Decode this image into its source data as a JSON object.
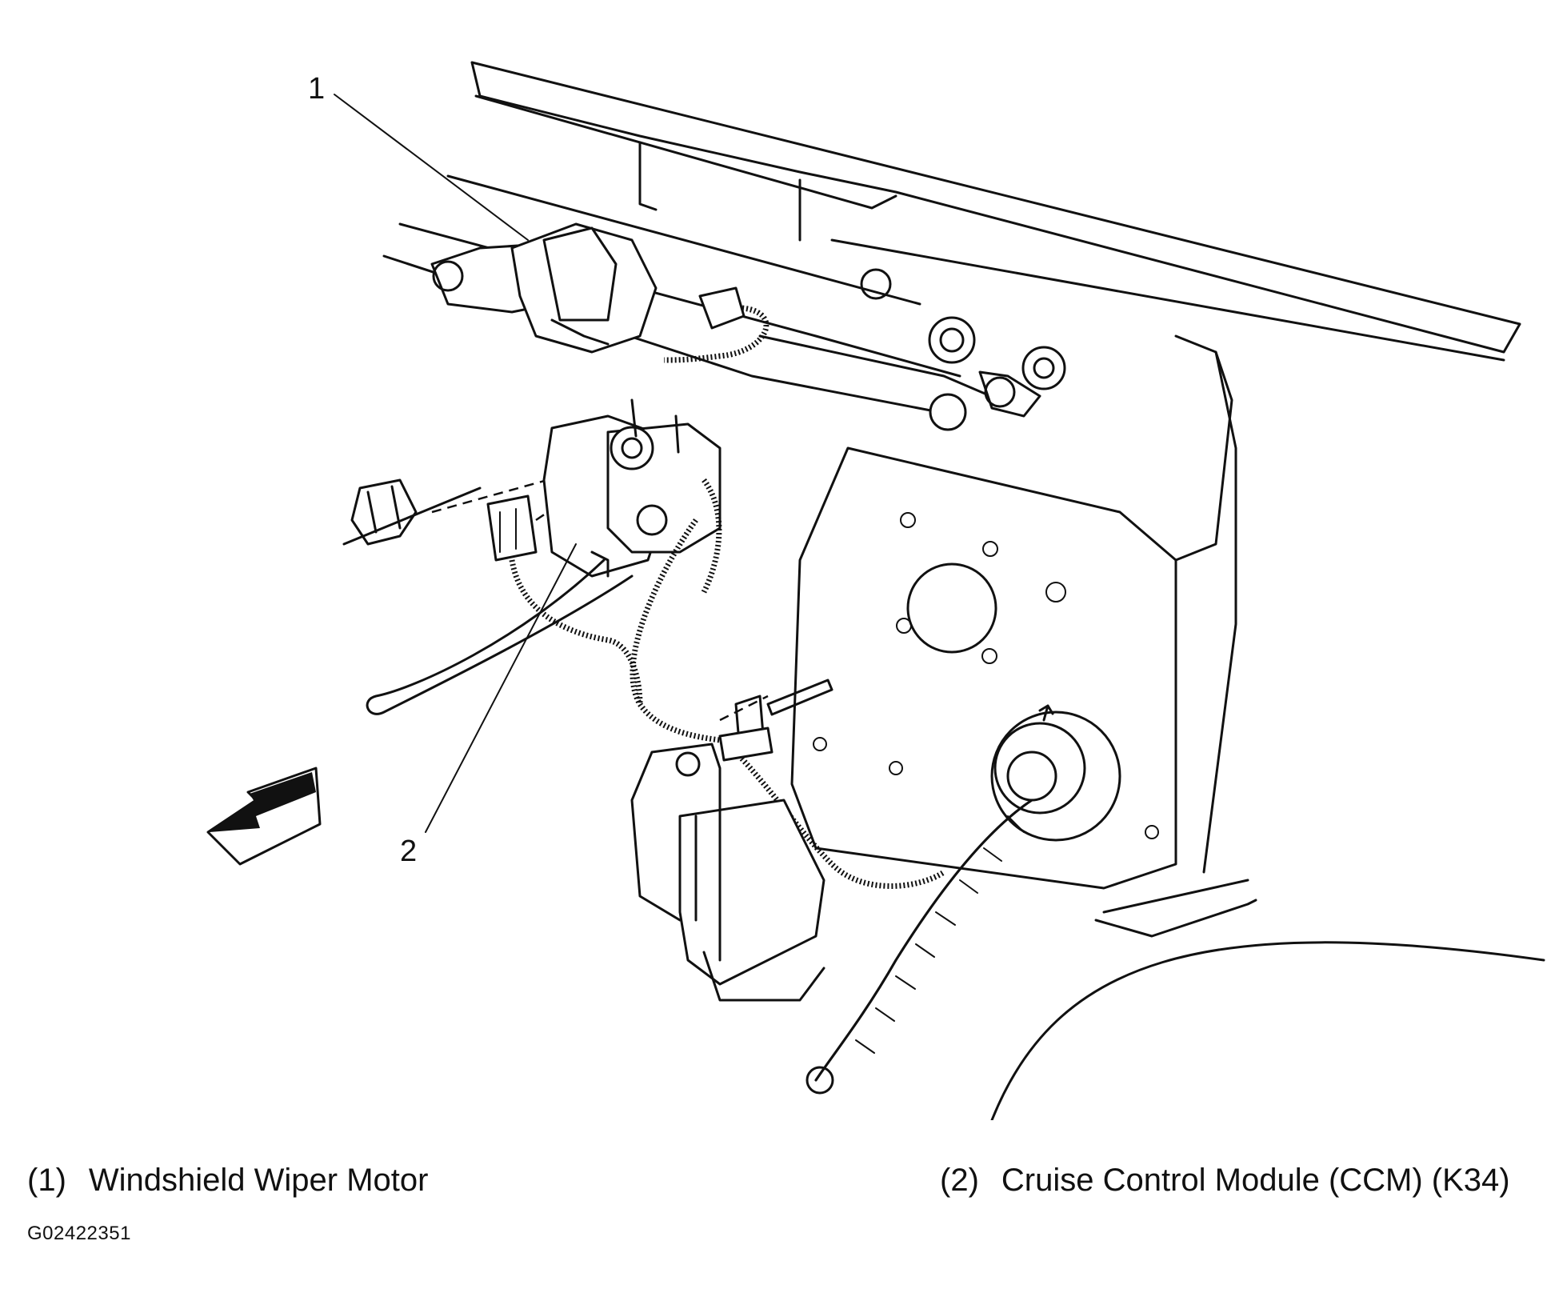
{
  "callouts": [
    {
      "number": "1",
      "label": "Windshield Wiper Motor"
    },
    {
      "number": "2",
      "label": "Cruise Control Module (CCM) (K34)"
    }
  ],
  "legend": {
    "item1_num": "(1)",
    "item1_label": "Windshield Wiper Motor",
    "item2_num": "(2)",
    "item2_label": "Cruise Control Module (CCM) (K34)"
  },
  "figure_id": "G02422351"
}
